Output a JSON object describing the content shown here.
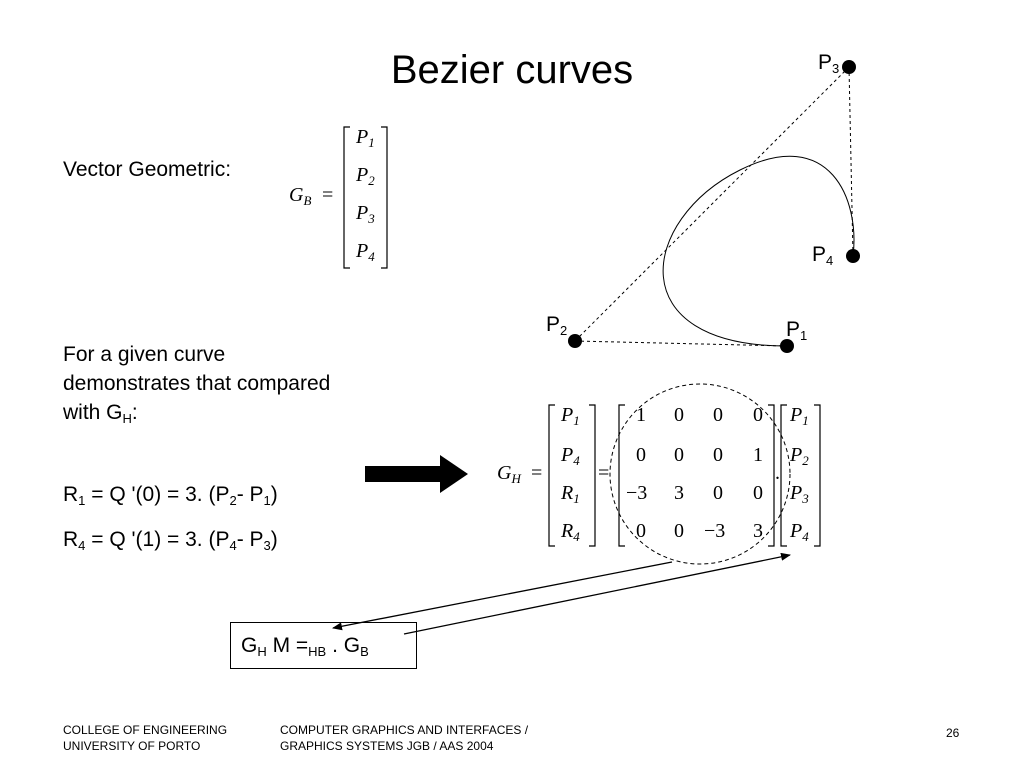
{
  "title": "Bezier curves",
  "vector_label": "Vector Geometric:",
  "gb_matrix": {
    "lhs": "G",
    "lhs_sub": "B",
    "eq": "=",
    "entries": [
      {
        "p": "P",
        "s": "1"
      },
      {
        "p": "P",
        "s": "2"
      },
      {
        "p": "P",
        "s": "3"
      },
      {
        "p": "P",
        "s": "4"
      }
    ]
  },
  "description": {
    "line1": "For a given curve",
    "line2": "demonstrates that compared",
    "line3_prefix": "with G",
    "line3_sub": "H",
    "line3_suffix": ":"
  },
  "equations": {
    "r1": {
      "r": "R",
      "r_sub": "1",
      "mid": " = Q '(0) = 3. (P",
      "a_sub": "2",
      "dash": "- P",
      "b_sub": "1",
      "end": ")"
    },
    "r4": {
      "r": "R",
      "r_sub": "4",
      "mid": " = Q '(1) = 3. (P",
      "a_sub": "4",
      "dash": "- P",
      "b_sub": "3",
      "end": ")"
    }
  },
  "gh_matrix": {
    "lhs": "G",
    "lhs_sub": "H",
    "eq1": "=",
    "eq2": "=",
    "dot": ".",
    "left_col": [
      {
        "p": "P",
        "s": "1"
      },
      {
        "p": "P",
        "s": "4"
      },
      {
        "p": "R",
        "s": "1"
      },
      {
        "p": "R",
        "s": "4"
      }
    ],
    "m": [
      [
        "1",
        "0",
        "0",
        "0"
      ],
      [
        "0",
        "0",
        "0",
        "1"
      ],
      [
        "−3",
        "3",
        "0",
        "0"
      ],
      [
        "0",
        "0",
        "−3",
        "3"
      ]
    ],
    "right_col": [
      {
        "p": "P",
        "s": "1"
      },
      {
        "p": "P",
        "s": "2"
      },
      {
        "p": "P",
        "s": "3"
      },
      {
        "p": "P",
        "s": "4"
      }
    ]
  },
  "formula": {
    "g1": "G",
    "g1_sub": "H",
    "mid": " M =",
    "m_sub": "HB",
    "dot": " . G",
    "g2_sub": "B"
  },
  "points": {
    "p1": {
      "label": "P",
      "sub": "1"
    },
    "p2": {
      "label": "P",
      "sub": "2"
    },
    "p3": {
      "label": "P",
      "sub": "3"
    },
    "p4": {
      "label": "P",
      "sub": "4"
    }
  },
  "footer": {
    "left_line1": "COLLEGE OF ENGINEERING",
    "left_line2": "UNIVERSITY OF PORTO",
    "mid_line1": "COMPUTER GRAPHICS AND INTERFACES /",
    "mid_line2": "GRAPHICS SYSTEMS JGB / AAS 2004",
    "page": "26"
  }
}
